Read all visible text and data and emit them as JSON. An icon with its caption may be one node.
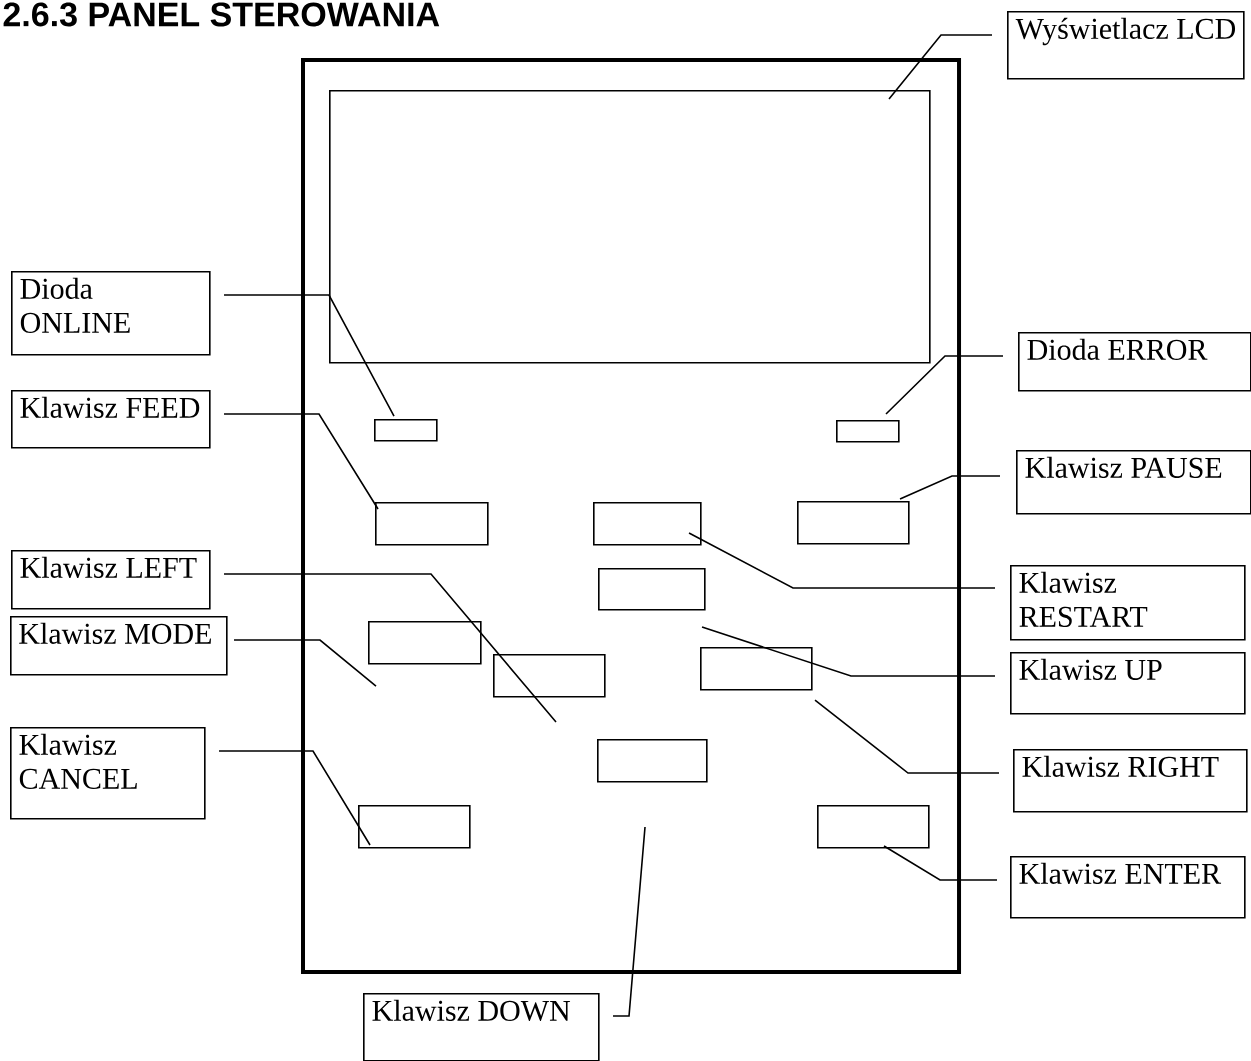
{
  "diagram": {
    "title": "2.6.3 PANEL STEROWANIA",
    "nodes": [
      {
        "text": [],
        "shape": "box"
      },
      {
        "text": [],
        "shape": "box",
        "in": 0
      },
      {
        "text": [],
        "shape": "box",
        "in": 0
      },
      {
        "text": [],
        "shape": "box",
        "in": 0
      },
      {
        "text": [],
        "shape": "box",
        "in": 0
      },
      {
        "text": [],
        "shape": "box",
        "in": 0
      },
      {
        "text": [],
        "shape": "box",
        "in": 0
      },
      {
        "text": [],
        "shape": "box",
        "in": 0
      },
      {
        "text": [],
        "shape": "box",
        "in": 0
      },
      {
        "text": [],
        "shape": "box",
        "in": 0
      },
      {
        "text": [],
        "shape": "box",
        "in": 0
      },
      {
        "text": [],
        "shape": "box",
        "in": 0
      },
      {
        "text": [],
        "shape": "box",
        "in": 0
      },
      {
        "text": [],
        "shape": "box",
        "in": 0
      },
      {
        "text": [
          "Wyświetlacz LCD"
        ]
      },
      {
        "text": [
          "Dioda ONLINE"
        ]
      },
      {
        "text": [
          "Dioda ERROR"
        ]
      },
      {
        "text": [
          "Klawisz FEED"
        ]
      },
      {
        "text": [
          "Klawisz PAUSE"
        ]
      },
      {
        "text": [
          "Klawisz LEFT"
        ]
      },
      {
        "text": [
          "Klawisz RESTART"
        ]
      },
      {
        "text": [
          "Klawisz MODE"
        ]
      },
      {
        "text": [
          "Klawisz UP"
        ]
      },
      {
        "text": [
          "Klawisz CANCEL"
        ]
      },
      {
        "text": [
          "Klawisz RIGHT"
        ]
      },
      {
        "text": [
          "Klawisz ENTER"
        ]
      },
      {
        "text": [
          "Klawisz DOWN"
        ]
      }
    ],
    "edges": [
      {
        "from": 14,
        "to": 1,
        "arrow": "none"
      },
      {
        "from": 15,
        "to": 2,
        "arrow": "none"
      },
      {
        "from": 16,
        "to": 3,
        "arrow": "none"
      },
      {
        "from": 17,
        "to": 4,
        "arrow": "none"
      },
      {
        "from": 18,
        "to": 6,
        "arrow": "none"
      },
      {
        "from": 19,
        "to": 10,
        "arrow": "none"
      },
      {
        "from": 20,
        "to": 5,
        "arrow": "none"
      },
      {
        "from": 21,
        "to": 8,
        "arrow": "none"
      },
      {
        "from": 22,
        "to": 7,
        "arrow": "none"
      },
      {
        "from": 23,
        "to": 12,
        "arrow": "none"
      },
      {
        "from": 24,
        "to": 9,
        "arrow": "none"
      },
      {
        "from": 25,
        "to": 13,
        "arrow": "none"
      },
      {
        "from": 26,
        "to": 11,
        "arrow": "none"
      }
    ]
  }
}
